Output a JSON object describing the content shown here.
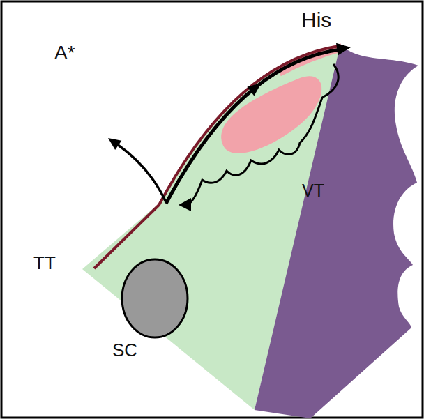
{
  "diagram": {
    "nodes": [
      {
        "text": [
          "VT"
        ]
      },
      {
        "text": [
          "SC"
        ]
      }
    ],
    "labels": [
      "His",
      "A*",
      "TT"
    ]
  }
}
